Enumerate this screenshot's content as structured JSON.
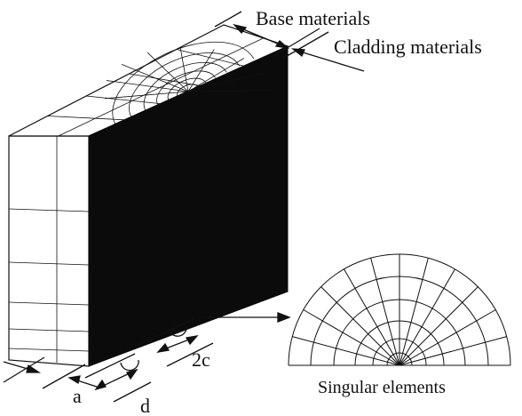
{
  "labels": {
    "base_materials": "Base materials",
    "cladding_materials": "Cladding materials",
    "crack_length": "2c",
    "crack_depth": "a",
    "cladding_thickness": "d",
    "singular_elements": "Singular elements"
  },
  "colors": {
    "line": "#111111",
    "fill_dark": "#0b0b0b",
    "background": "#ffffff"
  }
}
